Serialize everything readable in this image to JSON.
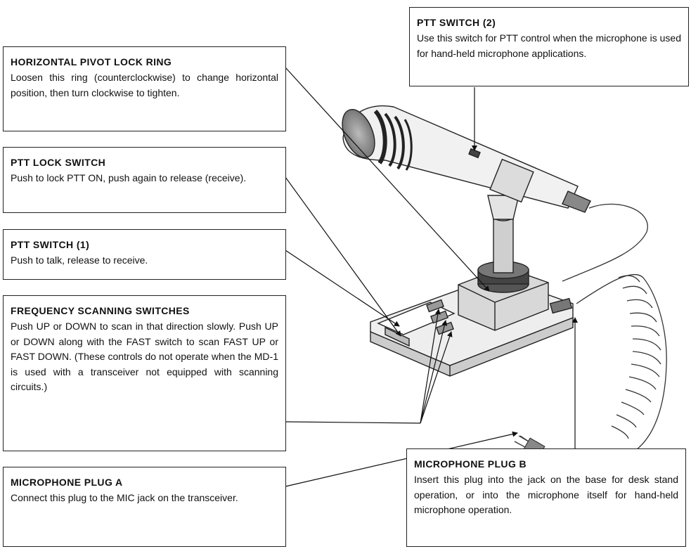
{
  "callouts": {
    "ptt_switch_2": {
      "title": "PTT SWITCH (2)",
      "text": "Use this switch for PTT control when the microphone is used for hand-held microphone applications."
    },
    "pivot_lock_ring": {
      "title": "HORIZONTAL PIVOT LOCK RING",
      "text": "Loosen this ring (counterclockwise) to change horizontal position, then turn clockwise to tighten."
    },
    "ptt_lock_switch": {
      "title": "PTT LOCK SWITCH",
      "text": "Push to lock PTT ON, push again to release (receive)."
    },
    "ptt_switch_1": {
      "title": "PTT SWITCH (1)",
      "text": "Push to talk, release to receive."
    },
    "freq_scan": {
      "title": "FREQUENCY SCANNING SWITCHES",
      "text": "Push UP or DOWN to scan in that direction slowly. Push UP or DOWN along with the FAST switch to scan FAST UP or FAST DOWN. (These controls do not operate when the MD-1 is used with a transceiver not equipped with scanning circuits.)"
    },
    "plug_a": {
      "title": "MICROPHONE PLUG A",
      "text": "Connect this plug to the MIC jack on the transceiver."
    },
    "plug_b": {
      "title": "MICROPHONE PLUG B",
      "text": "Insert this plug into the jack on the base for desk stand operation, or into the microphone itself for hand-held microphone operation."
    }
  }
}
